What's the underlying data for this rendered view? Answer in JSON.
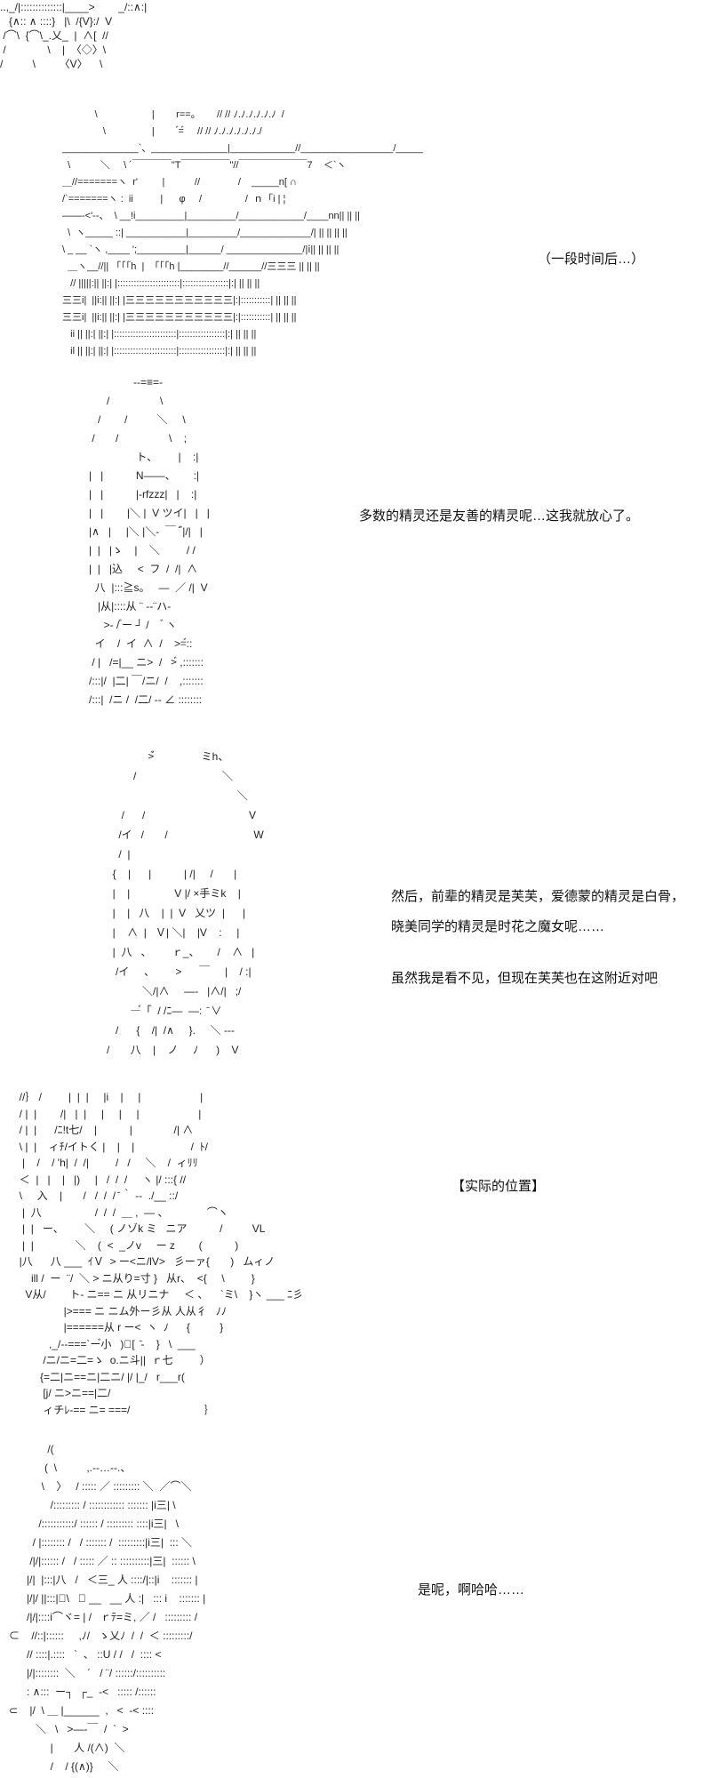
{
  "panels": [
    {
      "art": [
        "..,_/|::::::::::::::|____>        _/::∧:|",
        "   {∧:: ∧ ::::}   |\\  /{V}:/  V",
        " /⌒\\  {⌒\\_.乂_  |  ∧[  //",
        " /              \\    |  〈◇〉\\",
        "/          \\        〈V〉    \\"
      ]
    },
    {
      "art": [
        "            \\                    |        r==。      // // ﾉ.ﾉ.ﾉ.ﾉ.ﾉ.ﾉ  /",
        "               \\                 |         ゙=゙     // // ﾉ.ﾉ.ﾉ.ﾉ.ﾉ.ﾉ./",
        "______________`、______________|____________//_________________/_____",
        "  \\           ＼     \\ ´￣￣￣￣\"T￣￣￣￣￣\"//￣￣￣￣￣￣￣7    ＜`ヽ",
        "＿//=======ヽ  r'         |           //              /    _____n[ ∩",
        "/`=======ヽ :  ii          |      φ     /                /  ｎ「i | ¦",
        "――-<'--、  \\ __!i_________|_________/____________/____nn|| || ||",
        "  \\  ヽ_____ ::| ___________|_________/_____________/| || || || ||",
        "\\ _ __ `ヽ ,____ ';_________|______/ ______________/|ⅰ|| || || ||",
        "  ＿ヽ__//|| 「「「h  |  「「「h |________//______//三三三 || || ||",
        "   // |||||:|| ||:| |:::::::::::::::::::::::|:::::::::::::::::|:| || || ||",
        "三三i|  ||i:|| ||:| |三三三三三三三三三三三|:|:::::::::::| || || ||",
        "三三i|  ||i:|| ||:| |三三三三三三三三三三三|:|:::::::::::| || || ||",
        "   ii || ||:| ||:| |:::::::::::::::::::::::|:::::::::::::::::|:| || || ||",
        "   il || ||:| ||:| |:::::::::::::::::::::::|:::::::::::::::::|:| || || ||"
      ],
      "caption": "（一段时间后…）"
    },
    {
      "art": [
        "                     --=≡=-",
        "            /                 \\",
        "         /        /          ＼     \\",
        "       /       /                 \\    ;",
        "                      ト、       |    :|",
        "      |   |           N――、      :|",
        "      |   |           |-rfzzz|   |    :|",
        "      |   |        |＼ |  V ツイ|   |   |",
        "      |∧   |     |＼ |＼-  ￣´゙|/|   |",
        "      |  |   |ゝ    |    ＼         / /",
        "      |  |   |込     <  フ  /  /|  ∧",
        "        八  |:::≧s。   ―  ／ /|  V",
        "         |从|::::从 ¨ ‐-¨ハ-",
        "           >- / ゙ー ┘ /     ゙ ヽ",
        "        イ    /  イ  ∧  /    >=゙::",
        "       / |   /=|__ ニ>  /   >゙ ,:::::::",
        "      /:::|/  |二| ￣/ニ/  /    ,:::::::",
        "      /:::|  /ニ /  /二/ -- ∠ ::::::::"
      ],
      "caption": "多数的精灵还是友善的精灵呢…这我就放心了。"
    },
    {
      "art": [
        "                    >゙゙゙                ミh、",
        "               /                             ＼",
        "                                                  ＼",
        "           /      /                                   V",
        "          /イ   /       /                             W",
        "          /  |",
        "        {    |      |           | /|     /       |",
        "        |    |               V |/ ×手ミk    |",
        "        |    |   八    |  |  V   乂ツ  |      |",
        "        |    ∧  |   Ｖ| ＼|    |V    :     |",
        "        |  八   、       ｒ_、      /    ∧   |",
        "         /イ     、       >      ￣     |    / :|",
        "                  ＼/|∧     ―‐   |∧/|   ;/",
        "              ―゙「  / /ﾆ―  ―:  ̄ ∨",
        "         /      {    /|  /∧     }.     ＼ ---",
        "      /       八    |    ノ     ﾉ      )    V"
      ],
      "captions": [
        "然后，前辈的精灵是芙芙，爱德蒙的精灵是白骨，",
        "晓美同学的精灵是时花之魔女呢……",
        "虽然我是看不见，但现在芙芙也在这附近对吧"
      ]
    },
    {
      "art": [
        "  //｝ /         |  |  |     |i    |     |                    |",
        "  / |  |        /|   |  |     |     |     |                    |",
        "  / |  |      /ﾆ!t七/    |           |              /| ∧",
        "  \\ |  |    ィﾁ/イトく |    |    |                   /  ﾄ/",
        "   |    /    / 'h|  /  /|         /   /     ＼    /  ィﾘﾘ",
        "  ＜  |   |    |   |)     |   /  /  /     ヽ |/ :::{ //",
        "  \\     入    |       /   /  /  / ̄ ｀ ‐-  ./__ ::/",
        "   |  八                  /  /  /  ＿ ,  ― 、             ⌒ヽ",
        "   |  |   ー、       ＼     ( ノゾk ミ   ニア           /          VL",
        "   |  |              ＼    (  <  _ノv     ー z        (           )",
        "  |八      八 ___  ｲＶ  > ー<ニ/lV>   彡ーァ{       )   ムィノ",
        "      ill /  ー  ¨/  ＼ > ニ从り=寸 }   从r、  <{     \\         }",
        "    V从/        ト‐ ニ== ニ 从リニナ     ＜ 、    `ミ\\    }ヽ ___ ﾆ彡",
        "                 |>=== ニ ニム外ー彡从 人从彳   ﾉﾉ",
        "                 |======从 r ー<  ヽ  ﾉ      {          }",
        "            ,_/--===`ー゙小   )゙[  ̄‐    }   \\  ___",
        "          /ニ/ニ=二=ゝ  o.ニ斗||  ｒ七         ）",
        "         {=二|ニ==ニ|二ニ/ |/ |_/   r___r(",
        "          [j/ ニ>ニ==|二/",
        "          ィチﾚ-== ニ= ===/                         ｝"
      ],
      "caption": "【实际的位置】"
    },
    {
      "art": [
        "                /(",
        "               (  \\          ,.-‐…‐-.、",
        "              \\    〉   / ::::: ／ ::::::::: ＼  ／⌒＼",
        "                 /::::::::: / :::::::::::: ::::::: |i三| \\",
        "             /:::::::::::/ :::::: / ::::::::: ::::|i三|   \\",
        "           / |:::::::: /   / ::::::: /  :::::::::|i三|  ::: ＼",
        "          /|/|:::::: /   / ::::: ／ :: ::::::::::|三|  :::::: \\",
        "         |/|  |:::|八   /   ＜三_ 人 ::::/|::|i    ::::::: |",
        "         |/|/ ||:::|ﾟ\\   ＿ __   __ 人 :|   ::: i    ::::::: |",
        "         /|/|::::i⌒ヾ= | /   ｒﾃ=ミ, ／ /   ::::::::: /",
        "   ⊂    //::|::::::     ,ﾉ/   ゝ乂ﾉ  /  /  ＜ :::::::::/",
        "         // ::::|.::::   `  、 ::U / /   /  :::: <",
        "         |/|::::::::  ＼    ´   / ¨/ ::::::/::::::::::",
        "         : ∧:::  ー┐  ┌_  ‐<   ::::: /::::::",
        "   ⊂    |/  \\ ＿ |______  ,   <  ‐< ::::",
        "            ＼   \\   >―‐￣  /  `  >",
        "                 |       人 /(∧)  ＼",
        "                 /    / {(∧)}     ＼"
      ],
      "caption": "是呢，啊哈哈……"
    }
  ]
}
